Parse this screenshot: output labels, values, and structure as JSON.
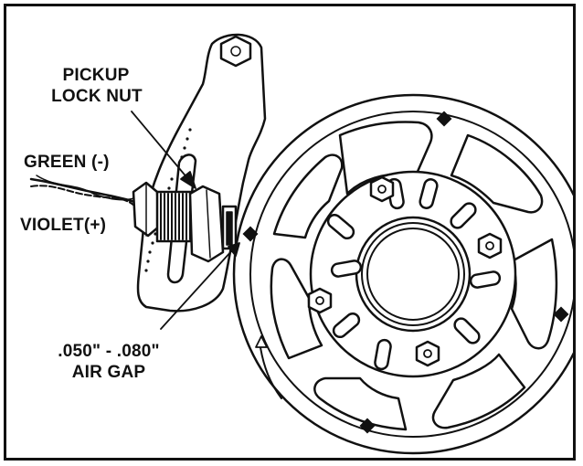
{
  "labels": {
    "pickup_line1": "PICKUP",
    "pickup_line2": "LOCK NUT",
    "green": "GREEN (-)",
    "violet": "VIOLET(+)",
    "gap_line1": ".050\" - .080\"",
    "gap_line2": "AIR GAP"
  },
  "colors": {
    "ink": "#111111",
    "paper": "#ffffff"
  },
  "icons": [
    "flywheel-icon",
    "bracket-icon",
    "pickup-sensor-icon",
    "magnet-icon",
    "rotation-arrow-icon"
  ]
}
